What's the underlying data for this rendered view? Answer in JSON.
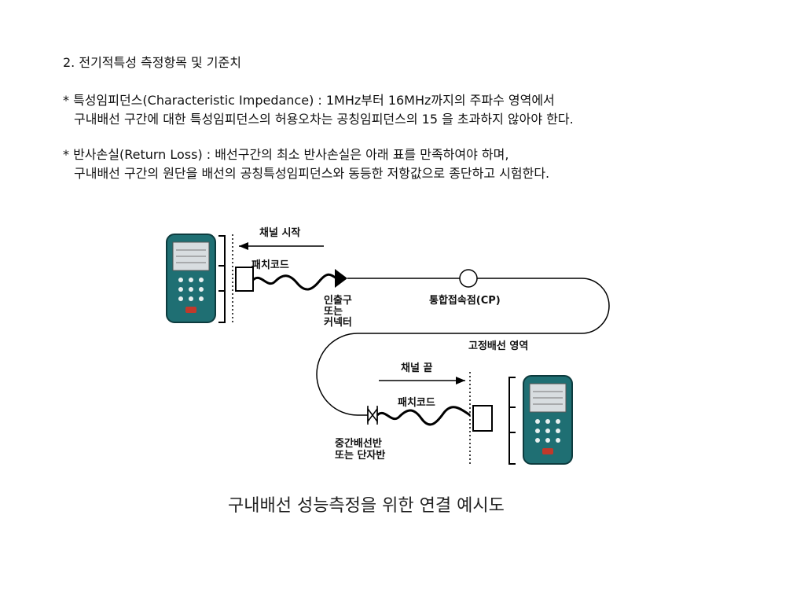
{
  "text": {
    "heading": "2. 전기적특성 측정항목 및 기준치",
    "bullet1_line1": "* 특성임피던스(Characteristic Impedance) : 1MHz부터 16MHz까지의 주파수 영역에서",
    "bullet1_line2": "구내배선 구간에 대한 특성임피던스의 허용오차는 공칭임피던스의 15 을 초과하지 않아야 한다.",
    "bullet2_line1": "* 반사손실(Return Loss) : 배선구간의 최소 반사손실은 아래 표를 만족하여야 하며,",
    "bullet2_line2": "구내배선 구간의 원단을 배선의 공칭특성임피던스와 동등한 저항값으로 종단하고 시험한다."
  },
  "diagram": {
    "channel_start": "채널 시작",
    "patch_cord_top": "패치코드",
    "outlet_line1": "인출구",
    "outlet_line2": "또는",
    "outlet_line3": "커넥터",
    "consolidation_point": "통합접속점(CP)",
    "fixed_wiring_area": "고정배선 영역",
    "channel_end": "채널 끝",
    "patch_cord_bottom": "패치코드",
    "panel_line1": "중간배선반",
    "panel_line2": "또는 단자반"
  },
  "caption": "구내배선 성능측정을 위한 연결 예시도",
  "colors": {
    "tester_body": "#1f6f73",
    "tester_screen": "#d8dde0",
    "tester_key_red": "#c0392b",
    "line": "#000000"
  }
}
